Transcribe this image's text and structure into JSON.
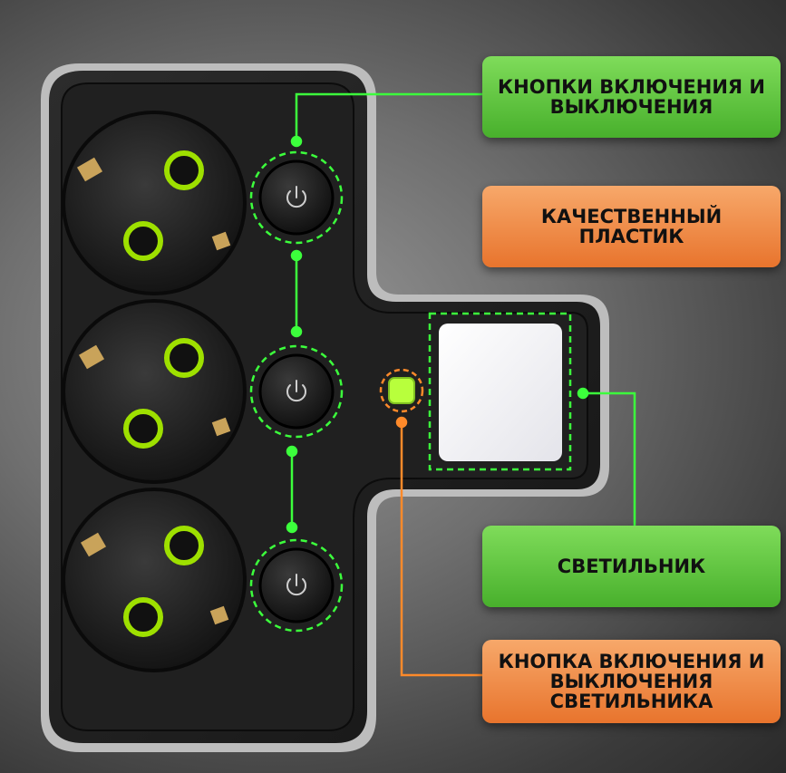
{
  "labels": {
    "power_buttons": "КНОПКИ ВКЛЮЧЕНИЯ И ВЫКЛЮЧЕНИЯ",
    "quality_plastic": "КАЧЕСТВЕННЫЙ ПЛАСТИК",
    "lamp": "СВЕТИЛЬНИК",
    "lamp_button": "КНОПКА ВКЛЮЧЕНИЯ И ВЫКЛЮЧЕНИЯ СВЕТИЛЬНИКА"
  },
  "colors": {
    "green_label": "#48b02c",
    "orange_label": "#e8742d",
    "indicator_green": "#3cff3c",
    "indicator_orange": "#ff8a2a",
    "socket_ring": "#9ee000",
    "body": "#1c1c1c"
  },
  "icons": [
    "power-icon",
    "socket-icon",
    "lamp-switch-icon"
  ]
}
